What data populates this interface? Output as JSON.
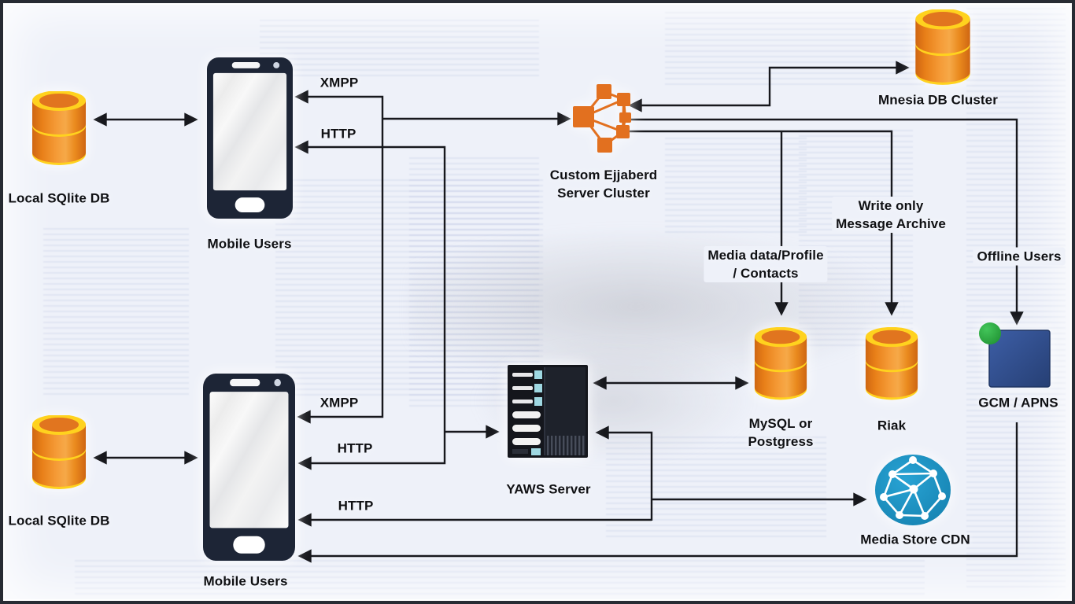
{
  "diagram": {
    "nodes": {
      "local_db_top": {
        "label": "Local SQlite DB"
      },
      "mobile_top": {
        "label": "Mobile Users"
      },
      "ejabberd": {
        "label_line1": "Custom Ejjaberd",
        "label_line2": "Server Cluster"
      },
      "mnesia": {
        "label": "Mnesia DB Cluster"
      },
      "mysql": {
        "label_line1": "MySQL or",
        "label_line2": "Postgress"
      },
      "riak": {
        "label": "Riak"
      },
      "gcm": {
        "label": "GCM / APNS"
      },
      "yaws": {
        "label": "YAWS Server"
      },
      "cdn": {
        "label": "Media Store CDN"
      },
      "local_db_bottom": {
        "label": "Local SQlite DB"
      },
      "mobile_bottom": {
        "label": "Mobile Users"
      }
    },
    "edge_labels": {
      "xmpp_top": "XMPP",
      "http_top": "HTTP",
      "xmpp_bottom": "XMPP",
      "http_bottom": "HTTP",
      "http_media": "HTTP",
      "offline_users": "Offline Users",
      "write_only_line1": "Write only",
      "write_only_line2": "Message Archive",
      "media_data_line1": "Media data/Profile",
      "media_data_line2": "/ Contacts"
    },
    "colors": {
      "background": "#eef1f9",
      "line": "#17181d",
      "db_yellow": "#ffd21e",
      "db_orange": "#ef8c1f",
      "ejabberd_orange": "#e2701f",
      "gcm_blue": "#30508f",
      "gcm_green": "#28a23c",
      "cdn_blue": "#1b93c4",
      "phone_dark": "#1d2536"
    }
  }
}
